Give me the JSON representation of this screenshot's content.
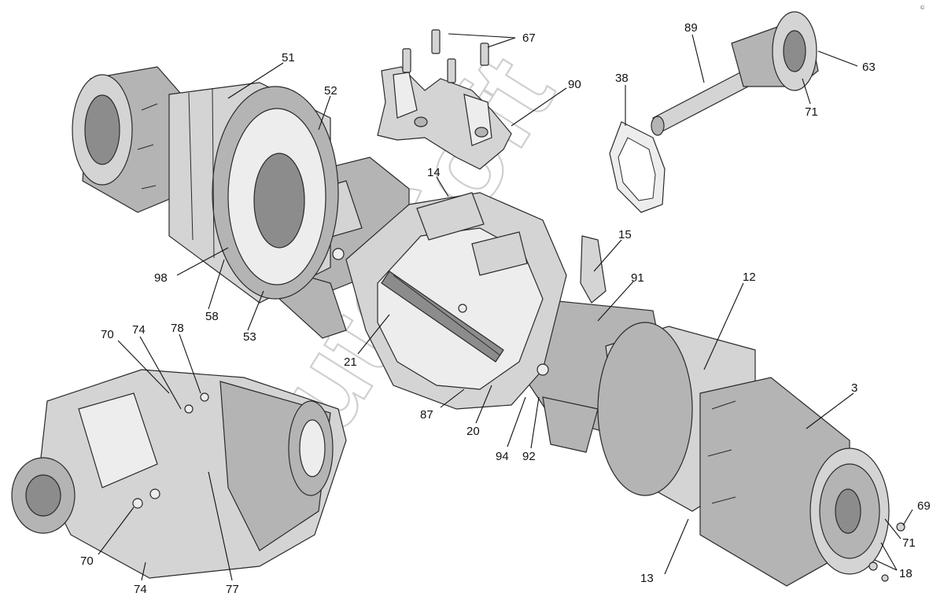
{
  "watermark": "utoSoft",
  "corner_mark": "© ",
  "callouts": [
    {
      "id": "c67",
      "label": "67"
    },
    {
      "id": "c89",
      "label": "89"
    },
    {
      "id": "c51",
      "label": "51"
    },
    {
      "id": "c52",
      "label": "52"
    },
    {
      "id": "c90",
      "label": "90"
    },
    {
      "id": "c38",
      "label": "38"
    },
    {
      "id": "c63",
      "label": "63"
    },
    {
      "id": "c71a",
      "label": "71"
    },
    {
      "id": "c14",
      "label": "14"
    },
    {
      "id": "c15",
      "label": "15"
    },
    {
      "id": "c91",
      "label": "91"
    },
    {
      "id": "c12",
      "label": "12"
    },
    {
      "id": "c98",
      "label": "98"
    },
    {
      "id": "c58",
      "label": "58"
    },
    {
      "id": "c53",
      "label": "53"
    },
    {
      "id": "c70a",
      "label": "70"
    },
    {
      "id": "c74a",
      "label": "74"
    },
    {
      "id": "c78",
      "label": "78"
    },
    {
      "id": "c21",
      "label": "21"
    },
    {
      "id": "c3",
      "label": "3"
    },
    {
      "id": "c87",
      "label": "87"
    },
    {
      "id": "c20",
      "label": "20"
    },
    {
      "id": "c94",
      "label": "94"
    },
    {
      "id": "c92",
      "label": "92"
    },
    {
      "id": "c69",
      "label": "69"
    },
    {
      "id": "c71b",
      "label": "71"
    },
    {
      "id": "c70b",
      "label": "70"
    },
    {
      "id": "c74b",
      "label": "74"
    },
    {
      "id": "c77",
      "label": "77"
    },
    {
      "id": "c13",
      "label": "13"
    },
    {
      "id": "c18",
      "label": "18"
    }
  ]
}
